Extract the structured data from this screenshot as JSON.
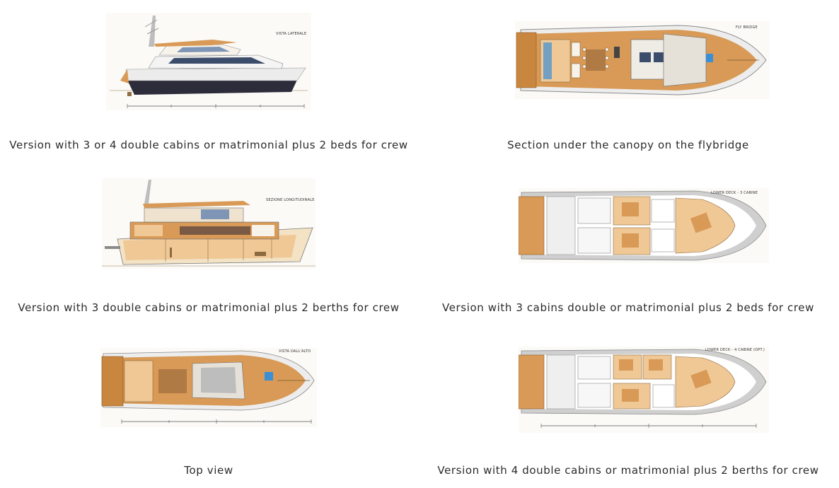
{
  "gallery": {
    "items": [
      {
        "caption": "Version with 3 or 4 double cabins or matrimonial plus 2 beds for crew",
        "drawing_tag": "VISTA LATERALE",
        "icon": "yacht-side-view"
      },
      {
        "caption": "Section under the canopy on the flybridge",
        "drawing_tag": "FLY BRIDGE",
        "icon": "flybridge-plan"
      },
      {
        "caption": "Version with 3 double cabins or matrimonial plus 2 berths for crew",
        "drawing_tag": "SEZIONE LONGITUDINALE",
        "icon": "longitudinal-section"
      },
      {
        "caption": "Version with 3 cabins double or matrimonial plus 2 beds for crew",
        "drawing_tag": "LOWER DECK - 3 CABINE",
        "icon": "lower-deck-3-cabins-plan"
      },
      {
        "caption": "Top view",
        "drawing_tag": "VISTA DALL'ALTO",
        "icon": "top-view-plan"
      },
      {
        "caption": "Version with 4 double cabins or matrimonial plus 2 berths for crew",
        "drawing_tag": "LOWER DECK - 4 CABINE (OPT.)",
        "icon": "lower-deck-4-cabins-plan"
      }
    ]
  },
  "colors": {
    "wood": "#d89a56",
    "wood_light": "#f0c896",
    "hull_dark": "#2c2c3a",
    "hull_light": "#ededed",
    "glass": "#8fb3d9",
    "floor": "#f3e2c4",
    "caption_text": "#2b2b2b"
  }
}
